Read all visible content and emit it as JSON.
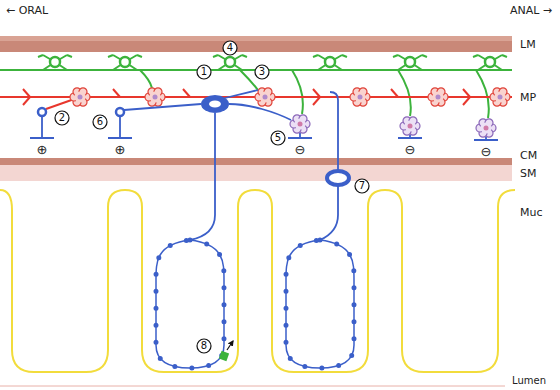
{
  "diagram": {
    "nodes": [
      {
        "text": [
          "1"
        ]
      },
      {
        "text": [
          "2"
        ]
      },
      {
        "text": [
          "3"
        ]
      },
      {
        "text": [
          "4"
        ]
      },
      {
        "text": [
          "5"
        ]
      },
      {
        "text": [
          "6"
        ]
      },
      {
        "text": [
          "7"
        ]
      },
      {
        "text": [
          "8"
        ]
      }
    ],
    "labels": [
      "← ORAL",
      "ANAL →",
      "LM",
      "MP",
      "CM",
      "SM",
      "Muc",
      "Lumen",
      "⊕",
      "⊕",
      "⊖",
      "⊖",
      "⊖"
    ]
  }
}
